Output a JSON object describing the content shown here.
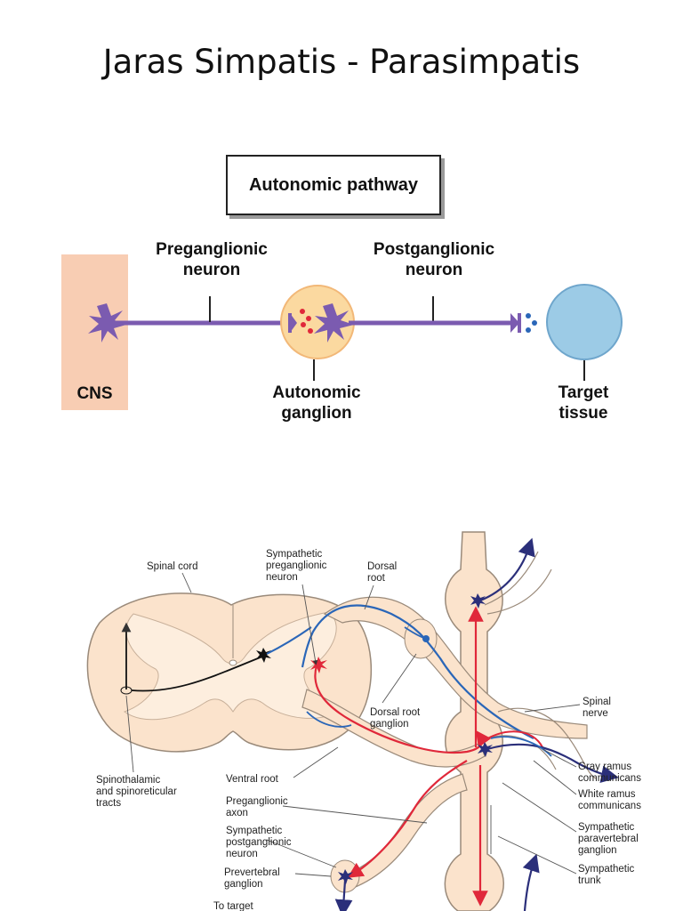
{
  "page": {
    "title": "Jaras Simpatis - Parasimpatis"
  },
  "top_diagram": {
    "heading": "Autonomic pathway",
    "preganglionic_line1": "Preganglionic",
    "preganglionic_line2": "neuron",
    "postganglionic_line1": "Postganglionic",
    "postganglionic_line2": "neuron",
    "cns": "CNS",
    "ganglion_line1": "Autonomic",
    "ganglion_line2": "ganglion",
    "target_line1": "Target",
    "target_line2": "tissue",
    "colors": {
      "neuron": "#7b5bb0",
      "cns": "#f8cdb3",
      "ganglion": "#fbd9a0",
      "target": "#9ccbe6"
    }
  },
  "bottom_diagram": {
    "labels": {
      "spinal_cord": "Spinal cord",
      "symp_pre_1": "Sympathetic",
      "symp_pre_2": "preganglionic",
      "symp_pre_3": "neuron",
      "dorsal_root_1": "Dorsal",
      "dorsal_root_2": "root",
      "spinal_nerve_1": "Spinal",
      "spinal_nerve_2": "nerve",
      "drg_1": "Dorsal root",
      "drg_2": "ganglion",
      "spinothalamic_1": "Spinothalamic",
      "spinothalamic_2": "and spinoreticular",
      "spinothalamic_3": "tracts",
      "ventral_root": "Ventral root",
      "gray_ramus_1": "Gray ramus",
      "gray_ramus_2": "communicans",
      "white_ramus_1": "White ramus",
      "white_ramus_2": "communicans",
      "pre_axon_1": "Preganglionic",
      "pre_axon_2": "axon",
      "symp_para_1": "Sympathetic",
      "symp_para_2": "paravertebral",
      "symp_para_3": "ganglion",
      "symp_post_1": "Sympathetic",
      "symp_post_2": "postganglionic",
      "symp_post_3": "neuron",
      "prevert_1": "Prevertebral",
      "prevert_2": "ganglion",
      "symp_trunk_1": "Sympathetic",
      "symp_trunk_2": "trunk",
      "to_target": "To target"
    },
    "colors": {
      "tissue": "#fbe3cc",
      "red": "#e0283a",
      "blue": "#2a66b8",
      "navy": "#2b2f7a",
      "outline": "#9a8a7a"
    }
  }
}
